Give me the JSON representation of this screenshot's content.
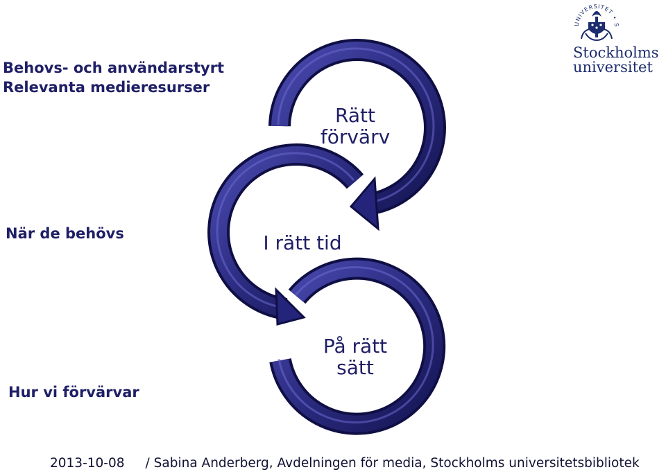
{
  "title": {
    "line1": "Behovs- och användarstyrt",
    "line2": "Relevanta medieresurser"
  },
  "left_labels": {
    "when": "När de behövs",
    "how": "Hur vi förvärvar"
  },
  "cycle": {
    "acquisition": {
      "line1": "Rätt",
      "line2": "förvärv"
    },
    "time": "I rätt tid",
    "way": {
      "line1": "På rätt",
      "line2": "sätt"
    }
  },
  "logo": {
    "name_line1": "Stockholms",
    "name_line2": "universitet",
    "seal_text": "UNIVERSITET • STOCKHOLMS"
  },
  "footer": {
    "date": "2013-10-08",
    "credit": "/ Sabina Anderberg, Avdelningen för media, Stockholms universitetsbibliotek"
  },
  "colors": {
    "arrow_fill": "#2b2b80",
    "arrow_edge": "#0f0f45",
    "text": "#1f1f66"
  }
}
